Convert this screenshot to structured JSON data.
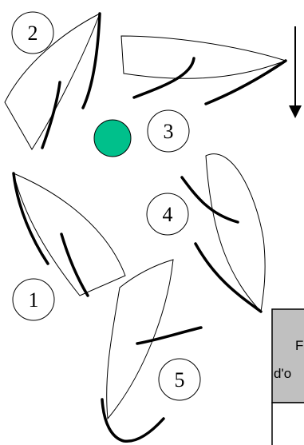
{
  "positions": [
    {
      "id": "pos1",
      "label": "1"
    },
    {
      "id": "pos2",
      "label": "2"
    },
    {
      "id": "pos3",
      "label": "3"
    },
    {
      "id": "pos4",
      "label": "4"
    },
    {
      "id": "pos5",
      "label": "5"
    }
  ],
  "colors": {
    "marker": "#00c08b",
    "table_header": "#c0c0c0"
  },
  "table_fragment": {
    "line1": "F",
    "line2": "d'o"
  }
}
